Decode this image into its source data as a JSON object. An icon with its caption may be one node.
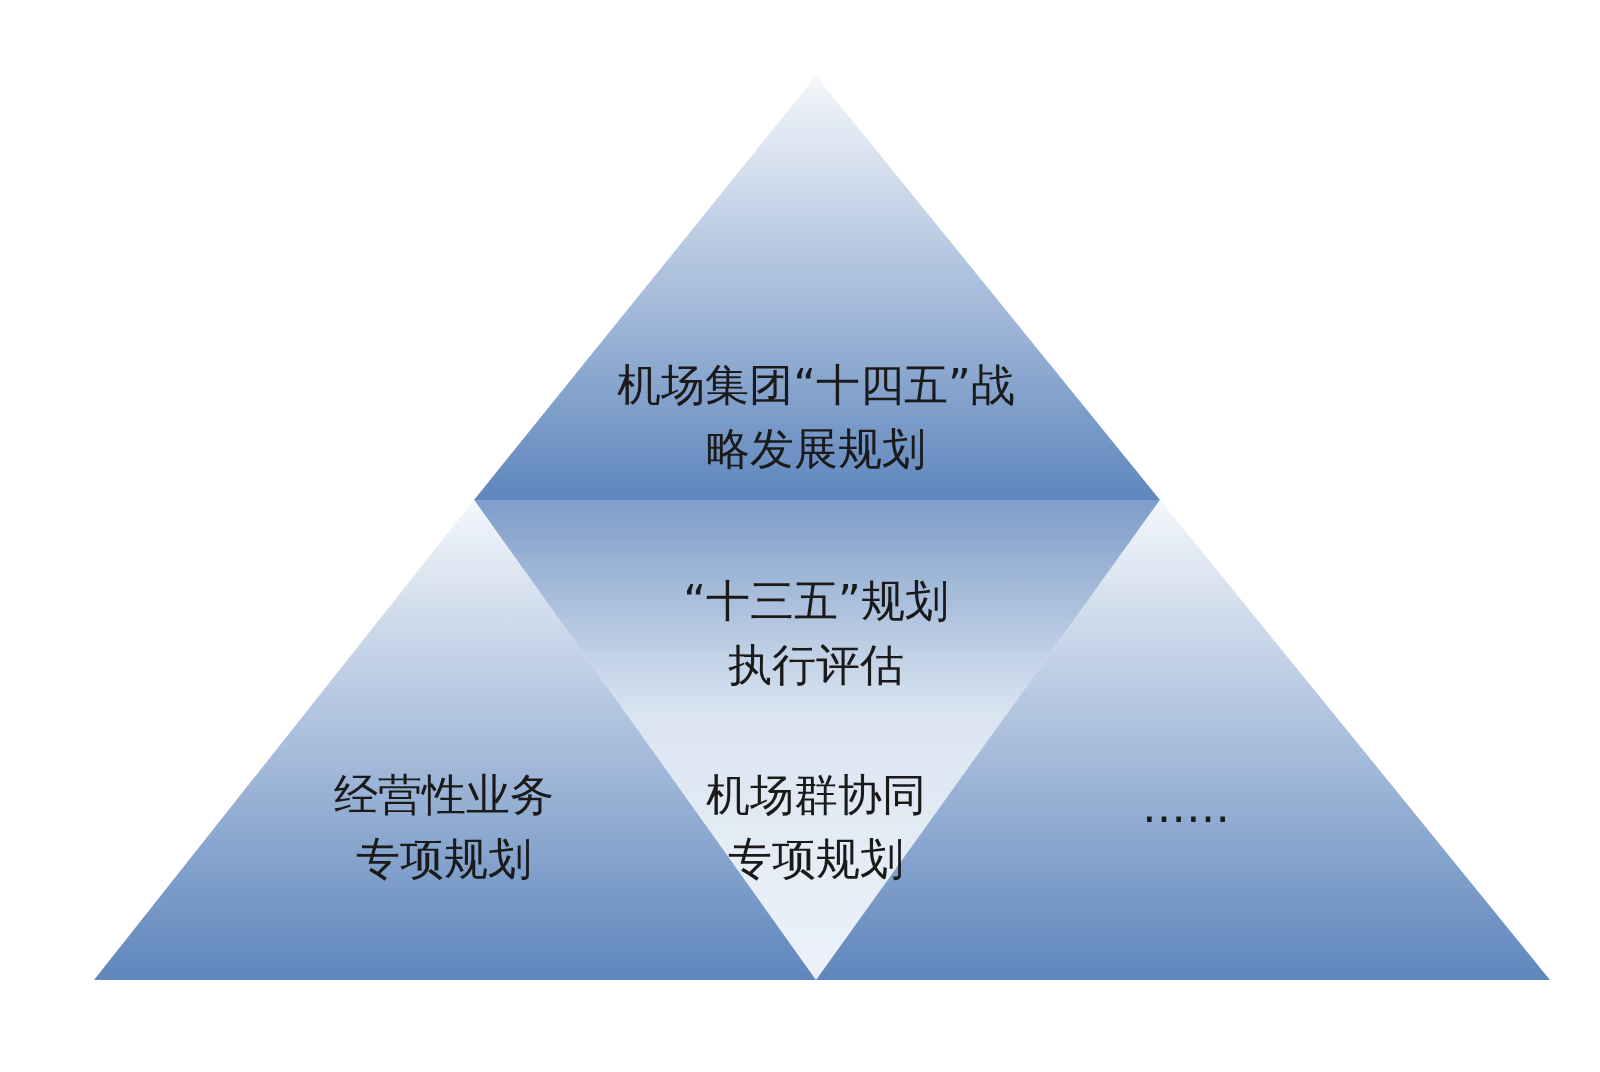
{
  "diagram": {
    "nodes": [
      {
        "text": [
          "机场集团“十四五”战略发展规划"
        ]
      },
      {
        "text": [
          "“十三五”规划执行评估"
        ]
      },
      {
        "text": [
          "经营性业务专项规划"
        ]
      },
      {
        "text": [
          "机场群协同专项规划"
        ],
        "in": 1
      },
      {
        "text": [
          "……"
        ]
      }
    ]
  }
}
